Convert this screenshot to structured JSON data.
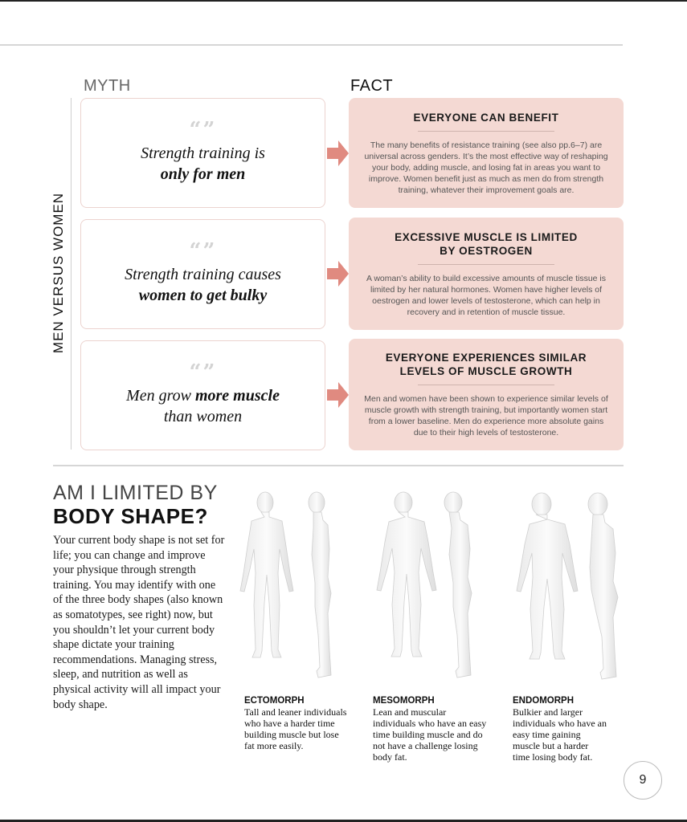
{
  "section": {
    "side_label": "MEN VERSUS WOMEN",
    "myth_header": "MYTH",
    "fact_header": "FACT"
  },
  "rows": [
    {
      "myth_quote_icon": "quote-marks-icon",
      "myth_quote_marks": "“”",
      "myth_line1": "Strength training is",
      "myth_line2": "only for men",
      "fact_title": "EVERYONE CAN BENEFIT",
      "fact_body": "The many benefits of resistance training (see also pp.6–7) are universal across genders. It’s the most effective way of reshaping your body, adding muscle, and losing fat in areas you want to improve. Women benefit just as much as men do from strength training, whatever their improvement goals are."
    },
    {
      "myth_quote_marks": "“”",
      "myth_line1": "Strength training causes",
      "myth_line2": "women to get bulky",
      "fact_title": "EXCESSIVE MUSCLE IS LIMITED BY OESTROGEN",
      "fact_body": "A woman’s ability to build excessive amounts of muscle tissue is limited by her natural hormones. Women have higher levels of oestrogen and lower levels of testosterone, which can help in recovery and in retention of muscle tissue."
    },
    {
      "myth_quote_marks": "“”",
      "myth_line1_plain": "Men grow ",
      "myth_line1_bold": "more muscle",
      "myth_line2": "than women",
      "fact_title": "EVERYONE EXPERIENCES SIMILAR LEVELS OF MUSCLE GROWTH",
      "fact_body": "Men and women have been shown to experience similar levels of muscle growth with strength training, but importantly women start from a lower baseline. Men do experience more absolute gains due to their high levels of testosterone."
    }
  ],
  "body_shape": {
    "heading_light": "AM I LIMITED BY",
    "heading_bold": "BODY SHAPE?",
    "intro": "Your current body shape is not set for life; you can change and improve your physique through strength training. You may identify with one of the three body shapes (also known as somatotypes, see right) now, but you shouldn’t let your current body shape dictate your training recommendations. Managing stress, sleep, and nutrition as well as physical activity will all impact your body shape.",
    "types": [
      {
        "name": "ECTOMORPH",
        "desc": "Tall and leaner individuals who have a harder time building muscle but lose fat more easily."
      },
      {
        "name": "MESOMORPH",
        "desc": "Lean and muscular individuals who have an easy time building muscle and do not have a challenge losing body fat."
      },
      {
        "name": "ENDOMORPH",
        "desc": "Bulkier and larger individuals who have an easy time gaining muscle but a harder time losing body fat."
      }
    ]
  },
  "page_number": "9",
  "colors": {
    "fact_bg": "#f4d9d3",
    "arrow": "#e08a80",
    "myth_border": "#ecd3cf"
  }
}
